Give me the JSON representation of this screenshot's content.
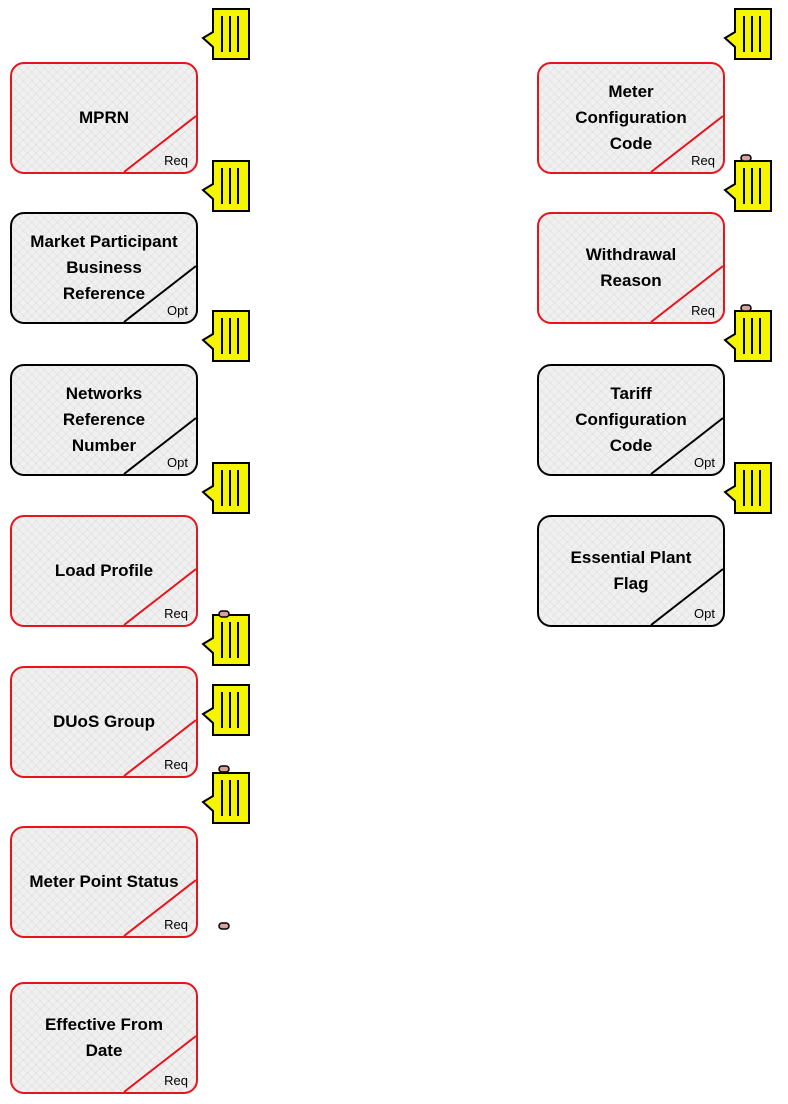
{
  "colors": {
    "required": "#e8141c",
    "optional": "#000000",
    "flag_fill": "#f5f500"
  },
  "left_column": [
    {
      "label": "MPRN",
      "tag": "Req"
    },
    {
      "label": "Market Participant\nBusiness\nReference",
      "tag": "Opt"
    },
    {
      "label": "Networks\nReference\nNumber",
      "tag": "Opt"
    },
    {
      "label": "Load Profile",
      "tag": "Req"
    },
    {
      "label": "DUoS Group",
      "tag": "Req"
    },
    {
      "label": "Meter Point Status",
      "tag": "Req"
    },
    {
      "label": "Effective From\nDate",
      "tag": "Req"
    }
  ],
  "right_column": [
    {
      "label": "Meter\nConfiguration\nCode",
      "tag": "Req"
    },
    {
      "label": "Withdrawal\nReason",
      "tag": "Req"
    },
    {
      "label": "Tariff\nConfiguration\nCode",
      "tag": "Opt"
    },
    {
      "label": "Essential Plant\nFlag",
      "tag": "Opt"
    }
  ],
  "icons": {
    "flag": "yellow-flag-icon",
    "knob": "link-knob-icon"
  }
}
